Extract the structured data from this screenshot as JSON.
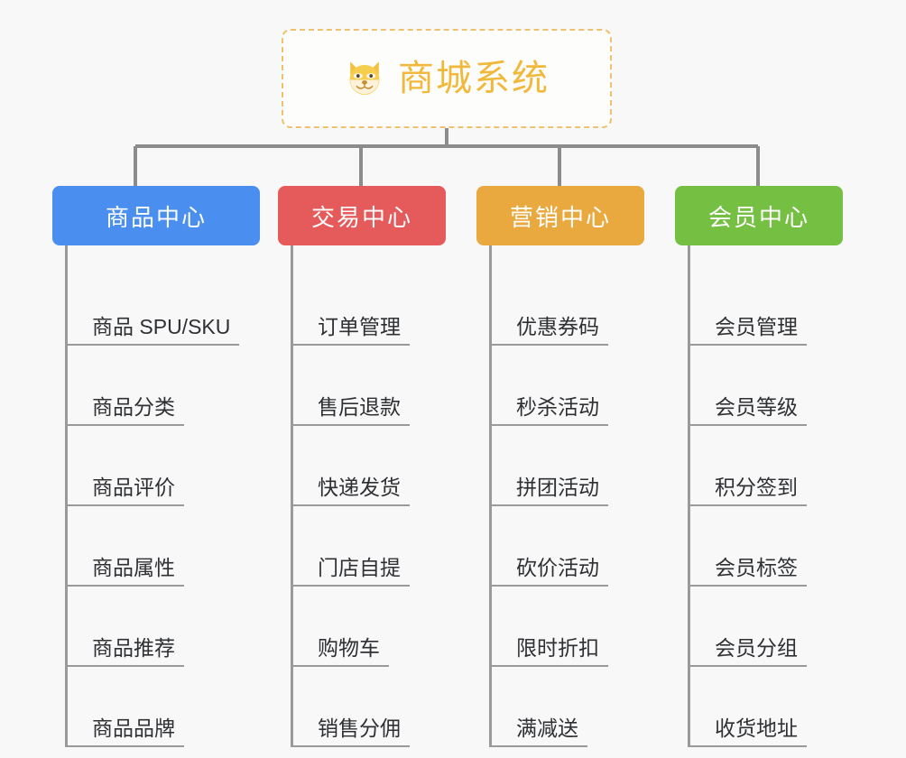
{
  "diagram": {
    "type": "tree-mindmap",
    "background_color": "#f8f8f8",
    "root": {
      "title": "商城系统",
      "icon": "shiba-dog-icon",
      "text_color": "#f0b93c",
      "border_color": "#f0c070",
      "background_color": "#fdfdfb"
    },
    "connector_color": "#8c8c8c",
    "branches": [
      {
        "label": "商品中心",
        "color": "#4a8ef0",
        "items": [
          "商品 SPU/SKU",
          "商品分类",
          "商品评价",
          "商品属性",
          "商品推荐",
          "商品品牌"
        ]
      },
      {
        "label": "交易中心",
        "color": "#e55a5a",
        "items": [
          "订单管理",
          "售后退款",
          "快递发货",
          "门店自提",
          "购物车",
          "销售分佣"
        ]
      },
      {
        "label": "营销中心",
        "color": "#eaa93e",
        "items": [
          "优惠券码",
          "秒杀活动",
          "拼团活动",
          "砍价活动",
          "限时折扣",
          "满减送"
        ]
      },
      {
        "label": "会员中心",
        "color": "#75c043",
        "items": [
          "会员管理",
          "会员等级",
          "积分签到",
          "会员标签",
          "会员分组",
          "收货地址"
        ]
      }
    ]
  }
}
